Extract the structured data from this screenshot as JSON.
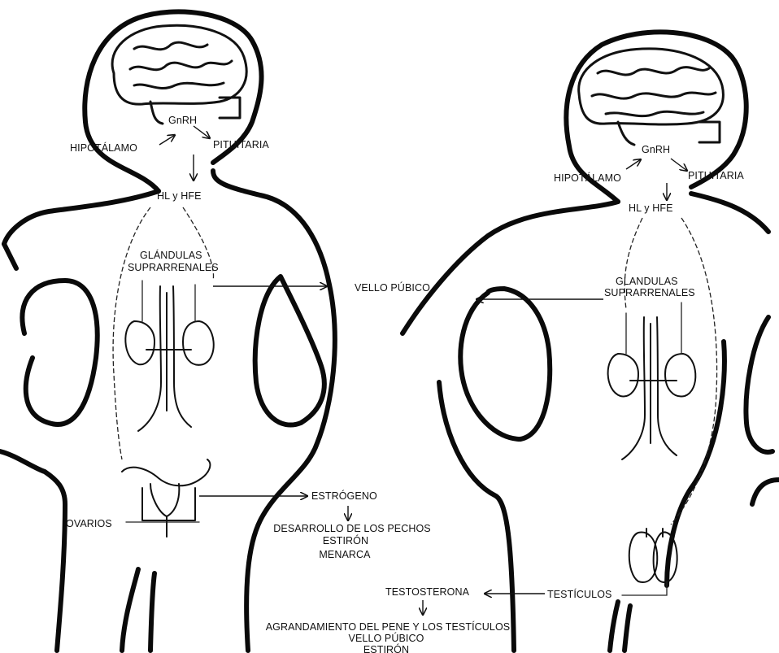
{
  "female": {
    "hypothalamus": "HIPOTÁLAMO",
    "gnrh": "GnRH",
    "pituitary": "PITUITARIA",
    "hormones": "HL y HFE",
    "adrenal_1": "GLÁNDULAS",
    "adrenal_2": "SUPRARRENALES",
    "ovaries": "OVARIOS",
    "estrogen": "ESTRÓGENO",
    "effect_1": "DESARROLLO DE LOS PECHOS",
    "effect_2": "ESTIRÓN",
    "effect_3": "MENARCA"
  },
  "shared": {
    "pubic_hair": "VELLO PÚBICO"
  },
  "male": {
    "hypothalamus": "HIPOTÁLAMO",
    "gnrh": "GnRH",
    "pituitary": "PITUITARIA",
    "hormones": "HL y HFE",
    "adrenal_1": "GLANDULAS",
    "adrenal_2": "SUPRARRENALES",
    "testicles": "TESTÍCULOS",
    "testosterone": "TESTOSTERONA",
    "effect_1": "AGRANDAMIENTO DEL PENE Y LOS TESTÍCULOS",
    "effect_2": "VELLO PÚBICO",
    "effect_3": "ESTIRÓN"
  }
}
